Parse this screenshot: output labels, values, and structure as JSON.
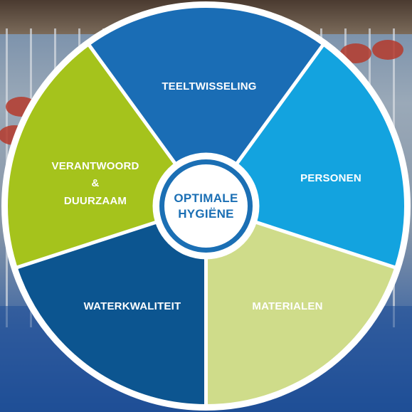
{
  "diagram": {
    "center": {
      "lines": [
        "OPTIMALE",
        "HYGIËNE"
      ]
    },
    "segments": [
      {
        "id": "teeltwisseling",
        "lines": [
          "TEELTWISSELING"
        ],
        "color": "#1a6db5"
      },
      {
        "id": "personen",
        "lines": [
          "PERSONEN"
        ],
        "color": "#13a3df"
      },
      {
        "id": "materialen",
        "lines": [
          "MATERIALEN"
        ],
        "color": "#cfdc8a"
      },
      {
        "id": "waterkwaliteit",
        "lines": [
          "WATERKWALITEIT"
        ],
        "color": "#0c5590"
      },
      {
        "id": "verantwoord-duurzaam",
        "lines": [
          "VERANTWOORD",
          "&",
          "DUURZAAM"
        ],
        "color": "#a5c31c"
      }
    ],
    "colors": {
      "center_fill": "#ffffff",
      "center_ring": "#1b6fb4",
      "outer_ring": "#ffffff",
      "divider": "#ffffff"
    }
  }
}
